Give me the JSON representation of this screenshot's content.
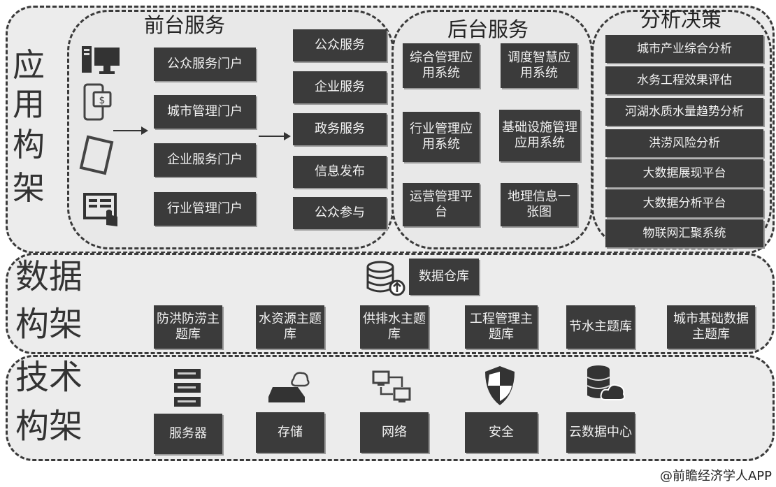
{
  "app": {
    "label": "应用构架",
    "frontend": {
      "title": "前台服务",
      "portals": [
        "公众服务门户",
        "城市管理门户",
        "企业服务门户",
        "行业管理门户"
      ],
      "services": [
        "公众服务",
        "企业服务",
        "政务服务",
        "信息发布",
        "公众参与"
      ]
    },
    "backend": {
      "title": "后台服务",
      "systems": [
        "综合管理应用系统",
        "调度智慧应用系统",
        "行业管理应用系统",
        "基础设施管理应用系统",
        "运营管理平台",
        "地理信息一张图"
      ]
    },
    "analysis": {
      "title": "分析决策",
      "items": [
        "城市产业综合分析",
        "水务工程效果评估",
        "河湖水质水量趋势分析",
        "洪涝风险分析",
        "大数据展现平台",
        "大数据分析平台",
        "物联网汇聚系统"
      ]
    }
  },
  "data_layer": {
    "label": "数据构架",
    "warehouse": "数据仓库",
    "themes": [
      "防洪防涝主题库",
      "水资源主题库",
      "供排水主题库",
      "工程管理主题库",
      "节水主题库",
      "城市基础数据主题库"
    ]
  },
  "tech": {
    "label": "技术构架",
    "items": [
      "服务器",
      "存储",
      "网络",
      "安全",
      "云数据中心"
    ]
  },
  "credit": "@前瞻经济学人APP"
}
